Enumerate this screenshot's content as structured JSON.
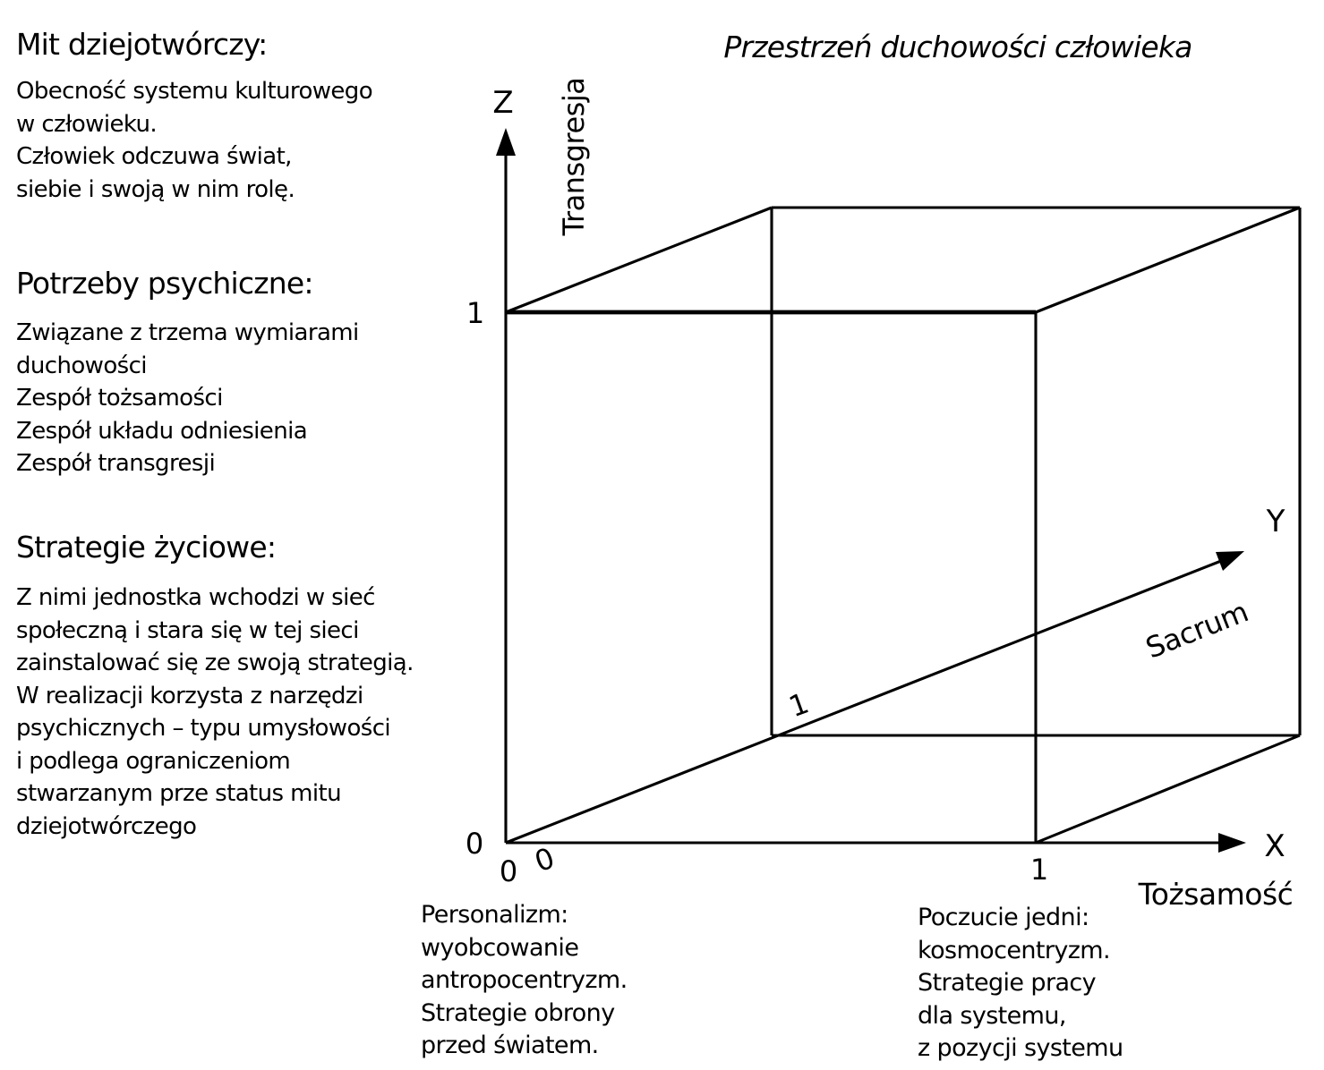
{
  "title": "Przestrzeń duchowości człowieka",
  "colors": {
    "ink": "#000000",
    "paper": "#ffffff"
  },
  "left_panel": {
    "sections": [
      {
        "heading": "Mit dziejotwórczy:",
        "lines": [
          "Obecność systemu kulturowego",
          "w człowieku.",
          "Człowiek odczuwa świat,",
          "siebie i swoją w nim rolę."
        ]
      },
      {
        "heading": "Potrzeby psychiczne:",
        "lines": [
          "Związane z trzema wymiarami",
          "duchowości",
          "Zespół tożsamości",
          "Zespół układu odniesienia",
          "Zespół transgresji"
        ]
      },
      {
        "heading": "Strategie życiowe:",
        "lines": [
          "Z nimi jednostka wchodzi w sieć",
          "społeczną i stara się w tej sieci",
          "zainstalować się ze swoją strategią.",
          "W realizacji korzysta z narzędzi",
          "psychicznych – typu umysłowości",
          "i podlega ograniczeniom",
          "stwarzanym prze status mitu",
          "dziejotwórczego"
        ]
      }
    ]
  },
  "axes": {
    "x": {
      "letter": "X",
      "name": "Tożsamość",
      "tick_zero": "0",
      "tick_one": "1"
    },
    "y": {
      "letter": "Y",
      "name": "Sacrum",
      "tick_zero": "0",
      "tick_one": "1"
    },
    "z": {
      "letter": "Z",
      "name": "Transgresja",
      "tick_zero": "0",
      "tick_one": "1"
    }
  },
  "corner_notes": {
    "personalism": {
      "lines": [
        "Personalizm:",
        "wyobcowanie",
        "antropocentryzm.",
        "Strategie obrony",
        "przed światem."
      ]
    },
    "unity": {
      "lines": [
        "Poczucie jedni:",
        "kosmocentryzm.",
        "Strategie pracy",
        "dla systemu,",
        "z pozycji systemu"
      ]
    }
  }
}
